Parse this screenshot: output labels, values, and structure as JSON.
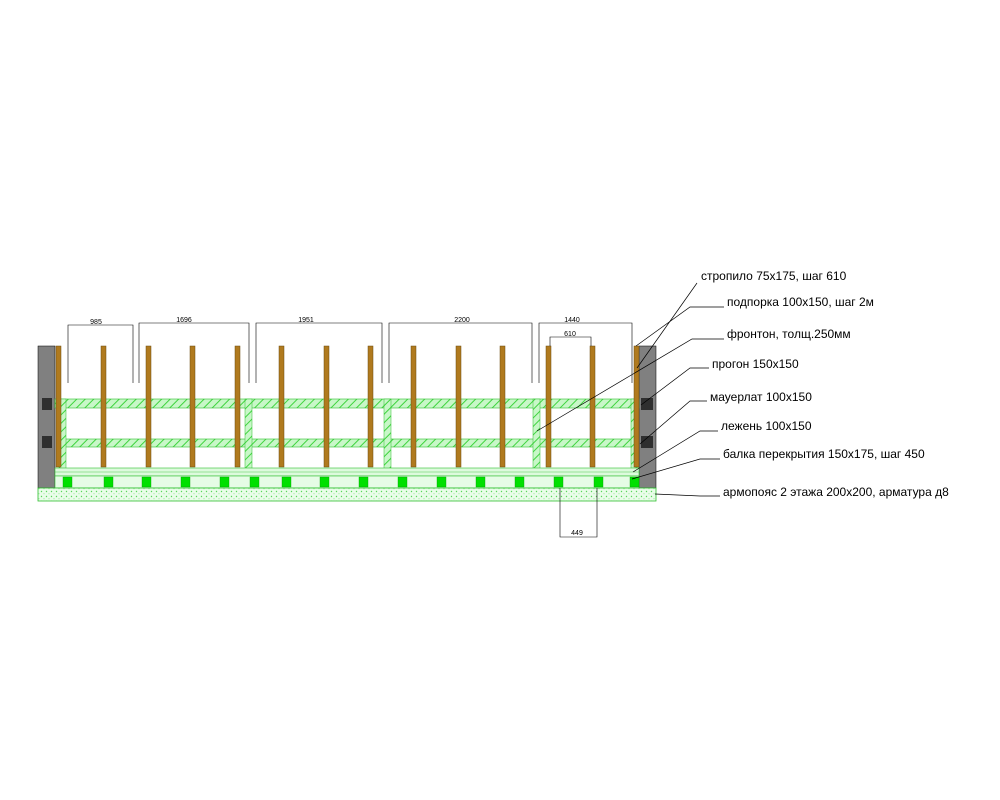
{
  "drawing": {
    "colors": {
      "background": "#ffffff",
      "masonry": "#808080",
      "masonry_dark": "#404040",
      "green_fill": "#00ff00",
      "green_light": "#b8f5b8",
      "green_pale": "#e6fce6",
      "timber": "#b07a1e",
      "timber_dark": "#6b4a10",
      "line": "#000000"
    },
    "dimensions_top": [
      "985",
      "1696",
      "1951",
      "2200",
      "1440"
    ],
    "dimension_inner": "610",
    "dimension_bottom": "449",
    "labels": [
      "стропило 75х175, шаг 610",
      "подпорка 100х150, шаг 2м",
      "фронтон, толщ.250мм",
      "прогон 150х150",
      "мауерлат 100х150",
      "лежень 100х150",
      "балка перекрытия 150х175, шаг 450",
      "армопояс 2 этажа 200х200, арматура д8"
    ]
  }
}
